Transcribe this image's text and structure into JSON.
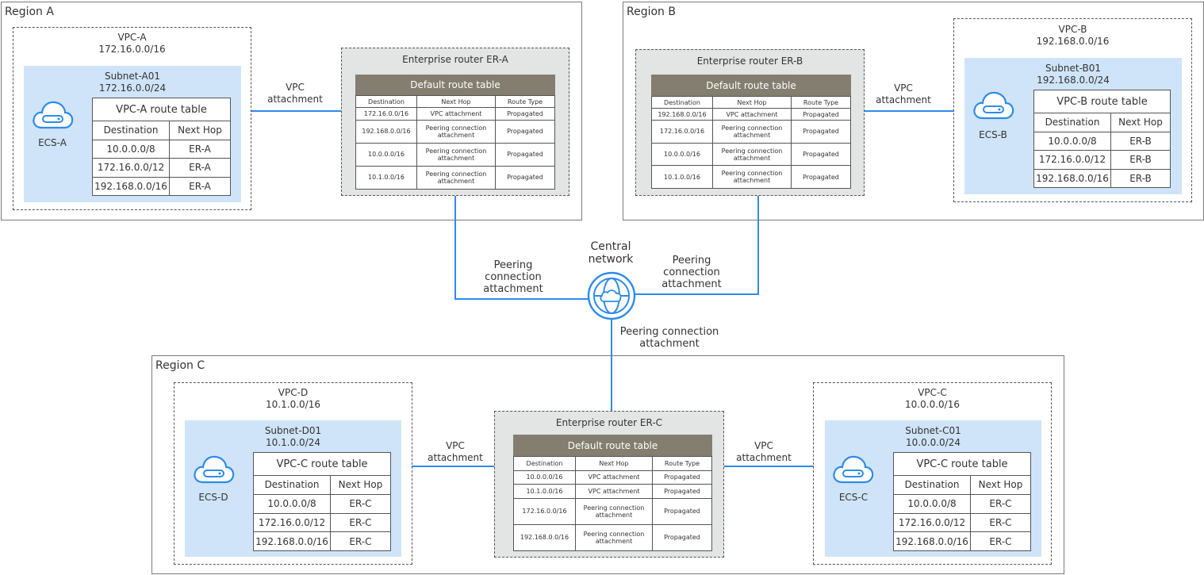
{
  "regions": {
    "a": "Region A",
    "b": "Region B",
    "c": "Region C"
  },
  "central": {
    "label": "Central\nnetwork",
    "line1": "Central",
    "line2": "network"
  },
  "attach": {
    "vpc_line1": "VPC",
    "vpc_line2": "attachment",
    "peer_line1": "Peering",
    "peer_line2": "connection",
    "peer_line3": "attachment",
    "peer_one_line1": "Peering connection",
    "peer_one_line2": "attachment"
  },
  "vpc_a": {
    "name": "VPC-A",
    "cidr": "172.16.0.0/16",
    "subnet_name": "Subnet-A01",
    "subnet_cidr": "172.16.0.0/24",
    "ecs": "ECS-A",
    "rt_title": "VPC-A route table",
    "headers": [
      "Destination",
      "Next Hop"
    ],
    "rows": [
      [
        "10.0.0.0/8",
        "ER-A"
      ],
      [
        "172.16.0.0/12",
        "ER-A"
      ],
      [
        "192.168.0.0/16",
        "ER-A"
      ]
    ]
  },
  "vpc_b": {
    "name": "VPC-B",
    "cidr": "192.168.0.0/16",
    "subnet_name": "Subnet-B01",
    "subnet_cidr": "192.168.0.0/24",
    "ecs": "ECS-B",
    "rt_title": "VPC-B route table",
    "headers": [
      "Destination",
      "Next Hop"
    ],
    "rows": [
      [
        "10.0.0.0/8",
        "ER-B"
      ],
      [
        "172.16.0.0/12",
        "ER-B"
      ],
      [
        "192.168.0.0/16",
        "ER-B"
      ]
    ]
  },
  "vpc_d": {
    "name": "VPC-D",
    "cidr": "10.1.0.0/16",
    "subnet_name": "Subnet-D01",
    "subnet_cidr": "10.1.0.0/24",
    "ecs": "ECS-D",
    "rt_title": "VPC-C route table",
    "headers": [
      "Destination",
      "Next Hop"
    ],
    "rows": [
      [
        "10.0.0.0/8",
        "ER-C"
      ],
      [
        "172.16.0.0/12",
        "ER-C"
      ],
      [
        "192.168.0.0/16",
        "ER-C"
      ]
    ]
  },
  "vpc_c": {
    "name": "VPC-C",
    "cidr": "10.0.0.0/16",
    "subnet_name": "Subnet-C01",
    "subnet_cidr": "10.0.0.0/24",
    "ecs": "ECS-C",
    "rt_title": "VPC-C route table",
    "headers": [
      "Destination",
      "Next Hop"
    ],
    "rows": [
      [
        "10.0.0.0/8",
        "ER-C"
      ],
      [
        "172.16.0.0/12",
        "ER-C"
      ],
      [
        "192.168.0.0/16",
        "ER-C"
      ]
    ]
  },
  "er_a": {
    "name": "Enterprise router ER-A",
    "rt_title": "Default route table",
    "headers": [
      "Destination",
      "Next Hop",
      "Route Type"
    ],
    "rows": [
      [
        "172.16.0.0/16",
        "VPC attachment",
        "Propagated"
      ],
      [
        "192.168.0.0/16",
        "Peering connection attachment",
        "Propagated"
      ],
      [
        "10.0.0.0/16",
        "Peering connection attachment",
        "Propagated"
      ],
      [
        "10.1.0.0/16",
        "Peering connection attachment",
        "Propagated"
      ]
    ]
  },
  "er_b": {
    "name": "Enterprise router ER-B",
    "rt_title": "Default route table",
    "headers": [
      "Destination",
      "Next Hop",
      "Route Type"
    ],
    "rows": [
      [
        "192.168.0.0/16",
        "VPC attachment",
        "Propagated"
      ],
      [
        "172.16.0.0/16",
        "Peering connection attachment",
        "Propagated"
      ],
      [
        "10.0.0.0/16",
        "Peering connection attachment",
        "Propagated"
      ],
      [
        "10.1.0.0/16",
        "Peering connection attachment",
        "Propagated"
      ]
    ]
  },
  "er_c": {
    "name": "Enterprise router ER-C",
    "rt_title": "Default route table",
    "headers": [
      "Destination",
      "Next Hop",
      "Route Type"
    ],
    "rows": [
      [
        "10.0.0.0/16",
        "VPC attachment",
        "Propagated"
      ],
      [
        "10.1.0.0/16",
        "VPC attachment",
        "Propagated"
      ],
      [
        "172.16.0.0/16",
        "Peering connection attachment",
        "Propagated"
      ],
      [
        "192.168.0.0/16",
        "Peering connection attachment",
        "Propagated"
      ]
    ]
  },
  "icons": {
    "ecs": "cloud-server-icon",
    "central": "globe-cloud-icon"
  },
  "colors": {
    "line": "#2e8bea",
    "subnet": "#cfe4f8",
    "er_bg": "#e3e4e4",
    "table_head": "#837e6f"
  }
}
